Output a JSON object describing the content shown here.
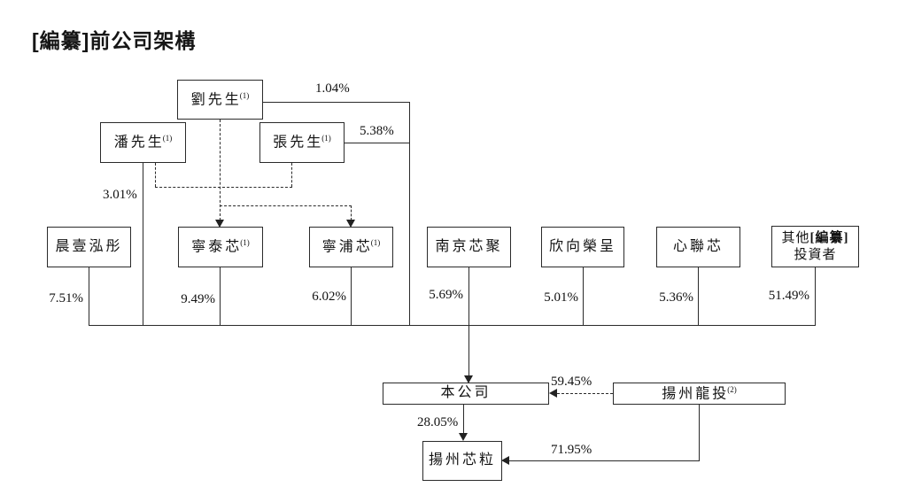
{
  "title": "[編纂]前公司架構",
  "boxes": {
    "liu": {
      "label": "劉先生",
      "sup": "(1)"
    },
    "pan": {
      "label": "潘先生",
      "sup": "(1)"
    },
    "zhang": {
      "label": "張先生",
      "sup": "(1)"
    },
    "chenyi": {
      "label": "晨壹泓彤",
      "sup": ""
    },
    "ningtai": {
      "label": "寧泰芯",
      "sup": "(1)"
    },
    "ningpu": {
      "label": "寧浦芯",
      "sup": "(1)"
    },
    "nanjing": {
      "label": "南京芯聚",
      "sup": ""
    },
    "xinxiang": {
      "label": "欣向榮呈",
      "sup": ""
    },
    "xinlian": {
      "label": "心聯芯",
      "sup": ""
    },
    "other": {
      "prefix": "其他",
      "redacted": "[編纂]",
      "suffix": "投資者"
    },
    "company": {
      "label": "本公司",
      "sup": ""
    },
    "longtou": {
      "label": "揚州龍投",
      "sup": "(2)"
    },
    "xinli": {
      "label": "揚州芯粒",
      "sup": ""
    }
  },
  "percentages": {
    "liu_to_group": "1.04%",
    "zhang_to_group": "5.38%",
    "pan_to_group": "3.01%",
    "chenyi": "7.51%",
    "ningtai": "9.49%",
    "ningpu": "6.02%",
    "nanjing": "5.69%",
    "xinxiang": "5.01%",
    "xinlian": "5.36%",
    "other_investors": "51.49%",
    "longtou_to_company": "59.45%",
    "company_to_xinli": "28.05%",
    "longtou_to_xinli": "71.95%"
  },
  "colors": {
    "line": "#222222",
    "text": "#111111",
    "background": "#ffffff"
  }
}
